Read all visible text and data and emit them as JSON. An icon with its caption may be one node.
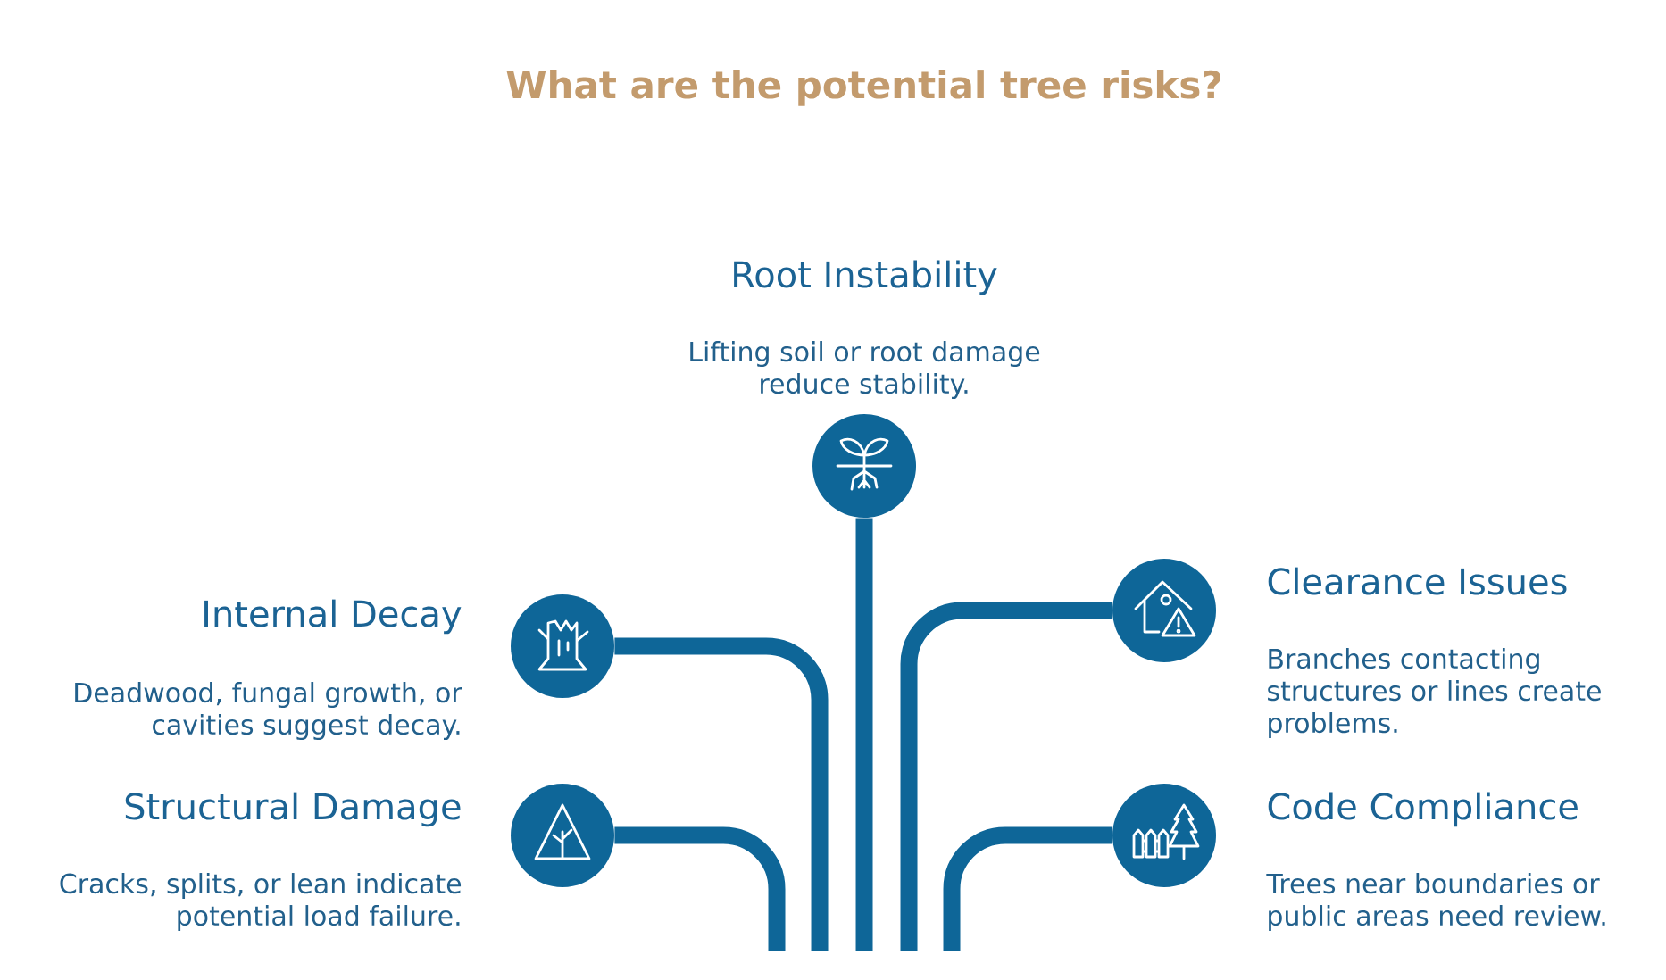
{
  "diagram": {
    "title": "What are the potential tree risks?",
    "nodes": [
      {
        "text": [
          "Root Instability",
          "Lifting soil or root damage reduce stability."
        ]
      },
      {
        "text": [
          "Internal Decay",
          "Deadwood, fungal growth, or cavities suggest decay."
        ]
      },
      {
        "text": [
          "Clearance Issues",
          "Branches contacting structures or lines create problems."
        ]
      },
      {
        "text": [
          "Structural Damage",
          "Cracks, splits, or lean indicate potential load failure."
        ]
      },
      {
        "text": [
          "Code Compliance",
          "Trees near boundaries or public areas need review."
        ]
      }
    ],
    "edges": [
      {
        "from": 0,
        "to": null,
        "arrow": "none"
      },
      {
        "from": 1,
        "to": null,
        "arrow": "none"
      },
      {
        "from": 2,
        "to": null,
        "arrow": "none"
      },
      {
        "from": 3,
        "to": null,
        "arrow": "none"
      },
      {
        "from": 4,
        "to": null,
        "arrow": "none"
      }
    ]
  }
}
